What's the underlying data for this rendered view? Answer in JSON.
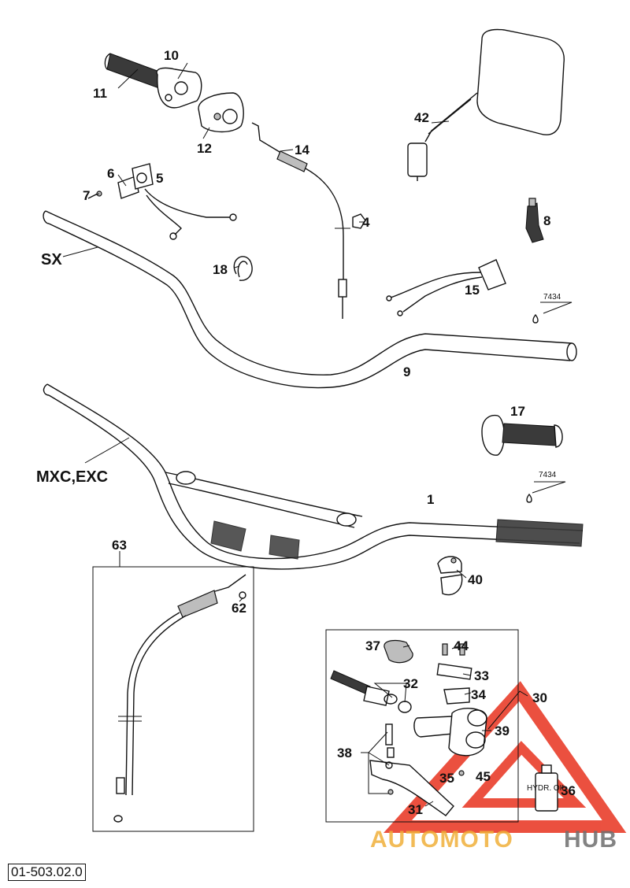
{
  "labels": {
    "p10": "10",
    "p11": "11",
    "p12": "12",
    "p14": "14",
    "p6": "6",
    "p5": "5",
    "p7": "7",
    "p4": "4",
    "p42": "42",
    "p8": "8",
    "sx": "SX",
    "p18": "18",
    "p15": "15",
    "p7434a": "7434",
    "p9": "9",
    "p17": "17",
    "mxc": "MXC,EXC",
    "p7434b": "7434",
    "p1": "1",
    "p63": "63",
    "p62": "62",
    "p40": "40",
    "p37": "37",
    "p44": "44",
    "p33": "33",
    "p32": "32",
    "p34": "34",
    "p30": "30",
    "p39": "39",
    "p38": "38",
    "p35": "35",
    "p45": "45",
    "p31": "31",
    "p36": "36"
  },
  "oil_bottle_text": "HYDR. OIL",
  "watermark": {
    "part1": "AUTOMOTO",
    "part2": "HUB"
  },
  "diagram_code": "01-503.02.0",
  "colors": {
    "watermark_red": "#e8321e",
    "watermark_gold": "#f0b03a",
    "watermark_grey": "#6e6e6e",
    "line": "#111111"
  }
}
